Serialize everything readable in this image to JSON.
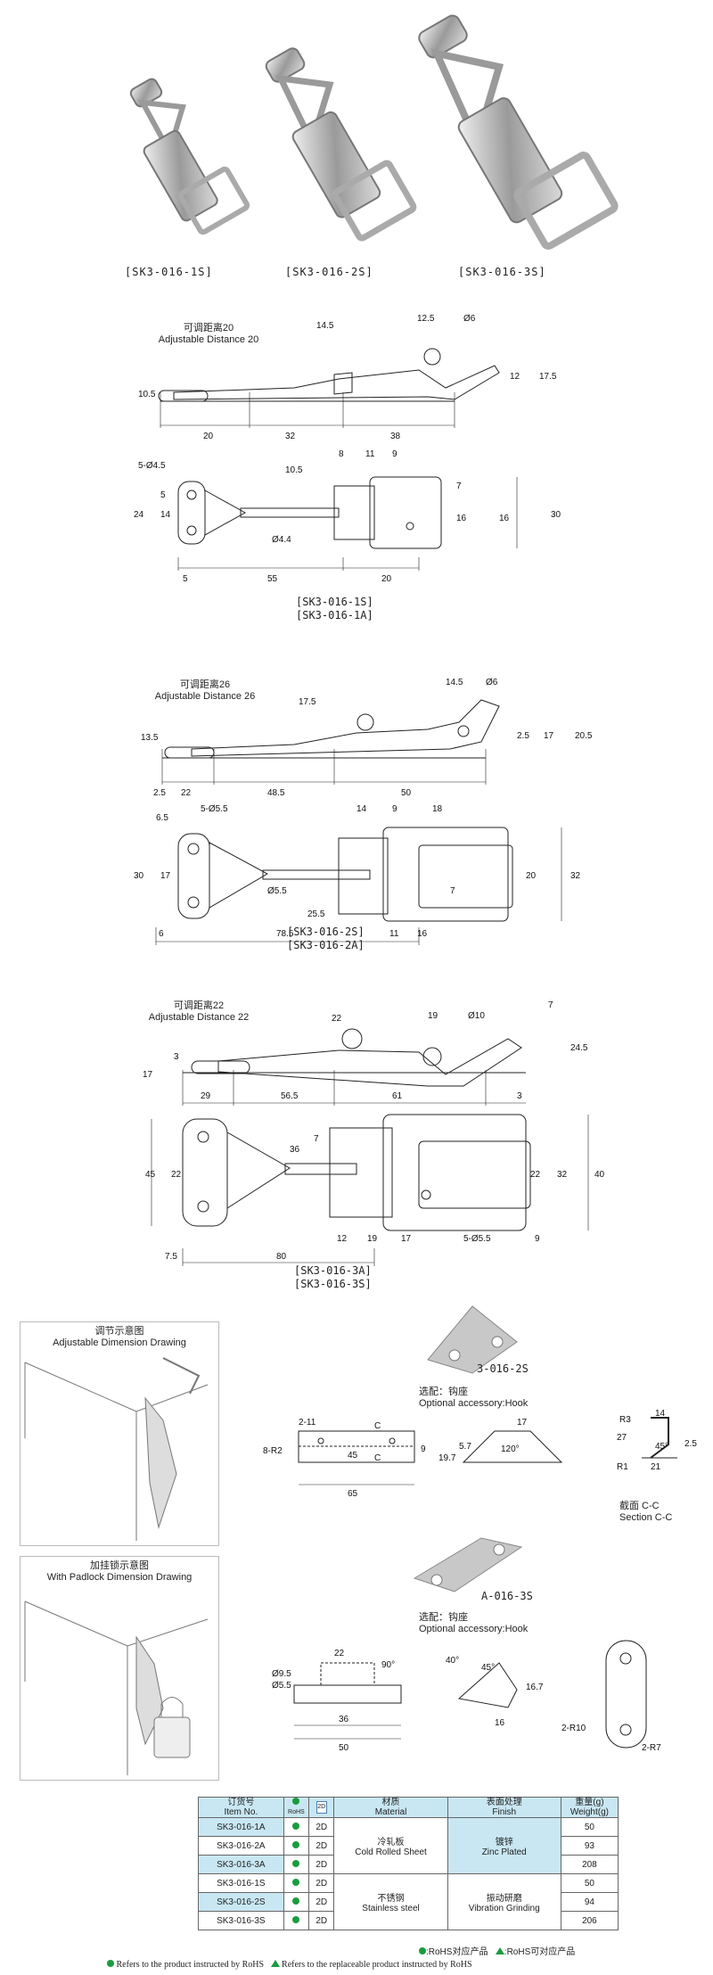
{
  "products": [
    {
      "label": "[SK3-016-1S]"
    },
    {
      "label": "[SK3-016-2S]"
    },
    {
      "label": "[SK3-016-3S]"
    }
  ],
  "drawing1": {
    "adjust_cn": "可调距离20",
    "adjust_en": "Adjustable Distance 20",
    "dims_side": [
      "14.5",
      "12.5",
      "Ø6",
      "10.5",
      "12",
      "17.5",
      "20",
      "32",
      "38"
    ],
    "dims_top": [
      "5-Ø4.5",
      "10.5",
      "8",
      "11",
      "9",
      "7",
      "24",
      "5",
      "14",
      "16",
      "16",
      "30",
      "Ø4.4",
      "5",
      "55",
      "20"
    ],
    "models": [
      "[SK3-016-1S]",
      "[SK3-016-1A]"
    ]
  },
  "drawing2": {
    "adjust_cn": "可调距离26",
    "adjust_en": "Adjustable Distance 26",
    "dims_side": [
      "17.5",
      "14.5",
      "Ø6",
      "13.5",
      "2.5",
      "17",
      "20.5",
      "2.5",
      "22",
      "48.5",
      "50"
    ],
    "dims_top": [
      "6.5",
      "5-Ø5.5",
      "14",
      "9",
      "18",
      "30",
      "17",
      "Ø5.5",
      "20",
      "32",
      "7",
      "25.5",
      "6",
      "78.5",
      "11",
      "16"
    ],
    "models": [
      "[SK3-016-2S]",
      "[SK3-016-2A]"
    ]
  },
  "drawing3": {
    "adjust_cn": "可调距离22",
    "adjust_en": "Adjustable Distance 22",
    "dims_side": [
      "22",
      "19",
      "Ø10",
      "7",
      "3",
      "17",
      "24.5",
      "29",
      "56.5",
      "61",
      "3"
    ],
    "dims_top": [
      "45",
      "22",
      "36",
      "7",
      "22",
      "32",
      "40",
      "12",
      "19",
      "17",
      "5-Ø5.5",
      "9",
      "7.5",
      "80"
    ],
    "models": [
      "[SK3-016-3A]",
      "[SK3-016-3S]"
    ]
  },
  "adjust_panel": {
    "title_cn": "调节示意图",
    "title_en": "Adjustable Dimension Drawing"
  },
  "padlock_panel": {
    "title_cn": "加挂锁示意图",
    "title_en": "With Padlock Dimension Drawing"
  },
  "hook1": {
    "code": "3-016-2S",
    "opt_cn": "选配：钩座",
    "opt_en": "Optional accessory:Hook",
    "dims": [
      "2-11",
      "C",
      "8-R2",
      "45",
      "C",
      "9",
      "65",
      "17",
      "19.7",
      "5.7",
      "120°",
      "R3",
      "14",
      "27",
      "45°",
      "2.5",
      "R1",
      "21"
    ],
    "section_cn": "截面  C-C",
    "section_en": "Section  C-C"
  },
  "hook2": {
    "code": "A-016-3S",
    "opt_cn": "选配：钩座",
    "opt_en": "Optional accessory:Hook",
    "dims": [
      "22",
      "Ø9.5",
      "Ø5.5",
      "90°",
      "36",
      "50",
      "40°",
      "45°",
      "16.7",
      "16",
      "2-R10",
      "2-R7"
    ]
  },
  "table": {
    "headers": [
      {
        "cn": "订货号",
        "en": "Item No."
      },
      {
        "cn": "",
        "en": "RoHS"
      },
      {
        "cn": "",
        "en": "2D"
      },
      {
        "cn": "材质",
        "en": "Material"
      },
      {
        "cn": "表面处理",
        "en": "Finish"
      },
      {
        "cn": "重量(g)",
        "en": "Weight(g)"
      }
    ],
    "rows": [
      {
        "item": "SK3-016-1A",
        "cad": "2D",
        "weight": "50"
      },
      {
        "item": "SK3-016-2A",
        "cad": "2D",
        "weight": "93"
      },
      {
        "item": "SK3-016-3A",
        "cad": "2D",
        "weight": "208"
      },
      {
        "item": "SK3-016-1S",
        "cad": "2D",
        "weight": "50"
      },
      {
        "item": "SK3-016-2S",
        "cad": "2D",
        "weight": "94"
      },
      {
        "item": "SK3-016-3S",
        "cad": "2D",
        "weight": "206"
      }
    ],
    "material1_cn": "冷轧板",
    "material1_en": "Cold Rolled Sheet",
    "finish1_cn": "镀锌",
    "finish1_en": "Zinc Plated",
    "material2_cn": "不锈钢",
    "material2_en": "Stainless steel",
    "finish2_cn": "振动研磨",
    "finish2_en": "Vibration Grinding"
  },
  "legend": {
    "rohs_cn": ":RoHS对应产品",
    "replace_cn": ":RoHS可对应产品",
    "rohs_en": "Refers to the product instructed by RoHS",
    "replace_en": "Refers to the replaceable product instructed by RoHS"
  },
  "colors": {
    "accent": "#c9e7f3",
    "rohs_green": "#1a9c3e"
  }
}
